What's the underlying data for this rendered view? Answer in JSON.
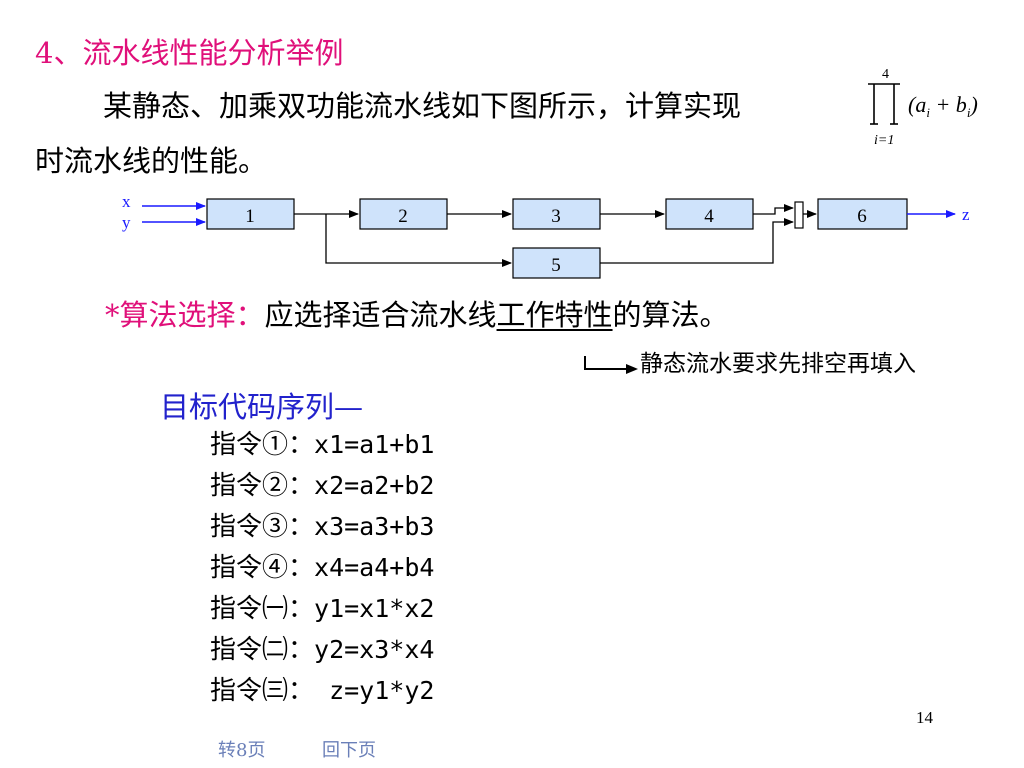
{
  "heading": "4、流水线性能分析举例",
  "intro": {
    "line1": "某静态、加乘双功能流水线如下图所示，计算实现",
    "line2": "时流水线的性能。"
  },
  "formula": {
    "upper": "4",
    "lower": "i=1",
    "body": "(a",
    "sub_i": "i",
    "plus_b": " + b",
    "close": ")"
  },
  "diagram": {
    "input_x": "x",
    "input_y": "y",
    "output": "z",
    "stages": [
      "1",
      "2",
      "3",
      "4",
      "5",
      "6"
    ]
  },
  "algorithm": {
    "label": "*算法选择：",
    "text_before": "应选择适合流水线",
    "underlined": "工作特性",
    "text_after": "的算法。"
  },
  "note": "静态流水要求先排空再填入",
  "target_code_title": "目标代码序列—",
  "instructions": [
    {
      "label": "指令①：",
      "code": "x1=a1+b1"
    },
    {
      "label": "指令②：",
      "code": "x2=a2+b2"
    },
    {
      "label": "指令③：",
      "code": "x3=a3+b3"
    },
    {
      "label": "指令④：",
      "code": "x4=a4+b4"
    },
    {
      "label": "指令㈠：",
      "code": "y1=x1*x2"
    },
    {
      "label": "指令㈡：",
      "code": "y2=x3*x4"
    },
    {
      "label": "指令㈢：",
      "code": " z=y1*y2"
    }
  ],
  "page_number": "14",
  "nav": {
    "goto_page8": "转8页",
    "back_next": "回下页"
  },
  "colors": {
    "heading": "#e0107a",
    "code_title": "#2222cc",
    "box_fill": "#cfe3fb",
    "input_arrow": "#1a1aff"
  }
}
